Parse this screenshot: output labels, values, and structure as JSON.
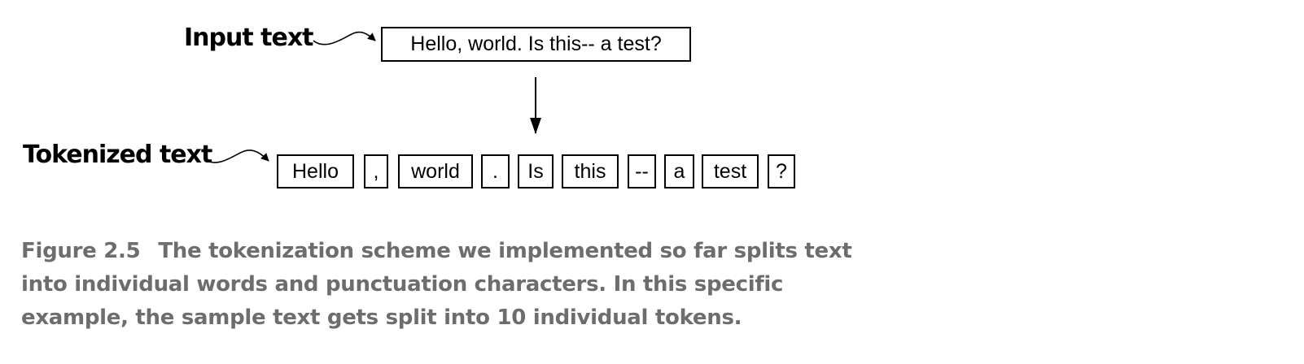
{
  "diagram": {
    "input_label": "Input text",
    "input_text": "Hello, world. Is this-- a test?",
    "tokenized_label": "Tokenized text",
    "tokens": [
      "Hello",
      ",",
      "world",
      ".",
      "Is",
      "this",
      "--",
      "a",
      "test",
      "?"
    ]
  },
  "caption": {
    "figure_number": "Figure 2.5",
    "text": "The tokenization scheme we implemented so far splits text into individual words and punctuation characters. In this specific example, the sample text gets split into 10 individual tokens."
  }
}
